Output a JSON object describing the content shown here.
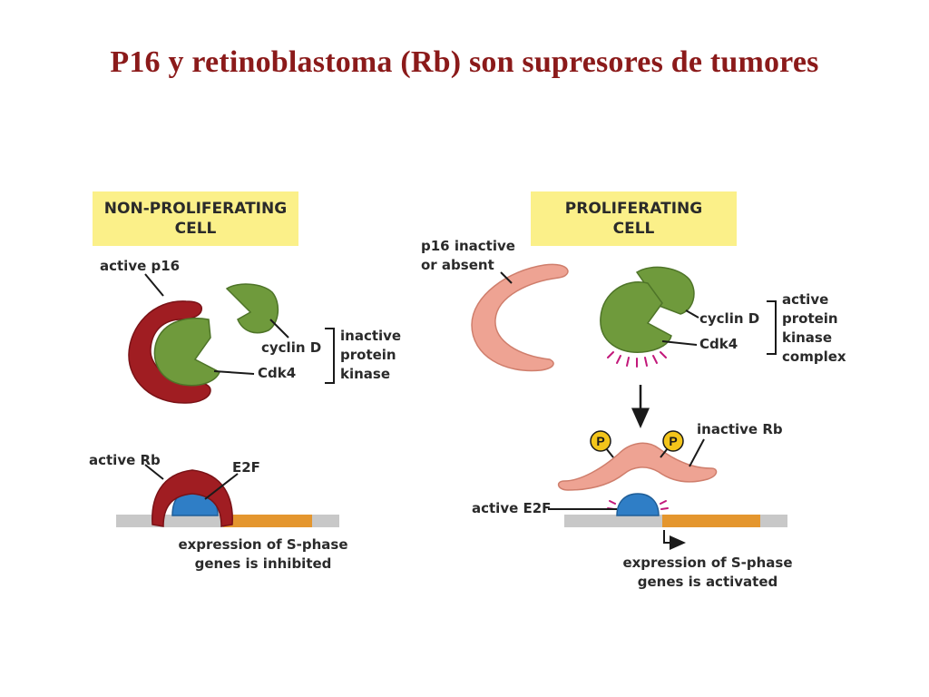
{
  "title": "P16 y retinoblastoma (Rb) son supresores de tumores",
  "left_panel": {
    "header_line1": "NON-PROLIFERATING",
    "header_line2": "CELL",
    "active_p16": "active p16",
    "cyclin_d": "cyclin D",
    "cdk4": "Cdk4",
    "kinase_line1": "inactive",
    "kinase_line2": "protein",
    "kinase_line3": "kinase",
    "active_rb": "active Rb",
    "e2f": "E2F",
    "caption_line1": "expression of S-phase",
    "caption_line2": "genes is inhibited"
  },
  "right_panel": {
    "header_line1": "PROLIFERATING",
    "header_line2": "CELL",
    "p16_line1": "p16 inactive",
    "p16_line2": "or absent",
    "cyclin_d": "cyclin D",
    "cdk4": "Cdk4",
    "complex_line1": "active",
    "complex_line2": "protein",
    "complex_line3": "kinase",
    "complex_line4": "complex",
    "inactive_rb": "inactive Rb",
    "phosphate": "P",
    "active_e2f": "active E2F",
    "caption_line1": "expression of S-phase",
    "caption_line2": "genes is activated"
  },
  "colors": {
    "title": "#8b1a1a",
    "header_bg": "#fbf089",
    "p16_active": "#a01d22",
    "p16_inactive": "#eea393",
    "cyclin_cdk": "#6f9a3c",
    "e2f": "#2f7ec6",
    "rb_inactive": "#eea393",
    "phosphate": "#f3c51a",
    "gene": "#e4962e",
    "dna": "#c8c8c8"
  }
}
